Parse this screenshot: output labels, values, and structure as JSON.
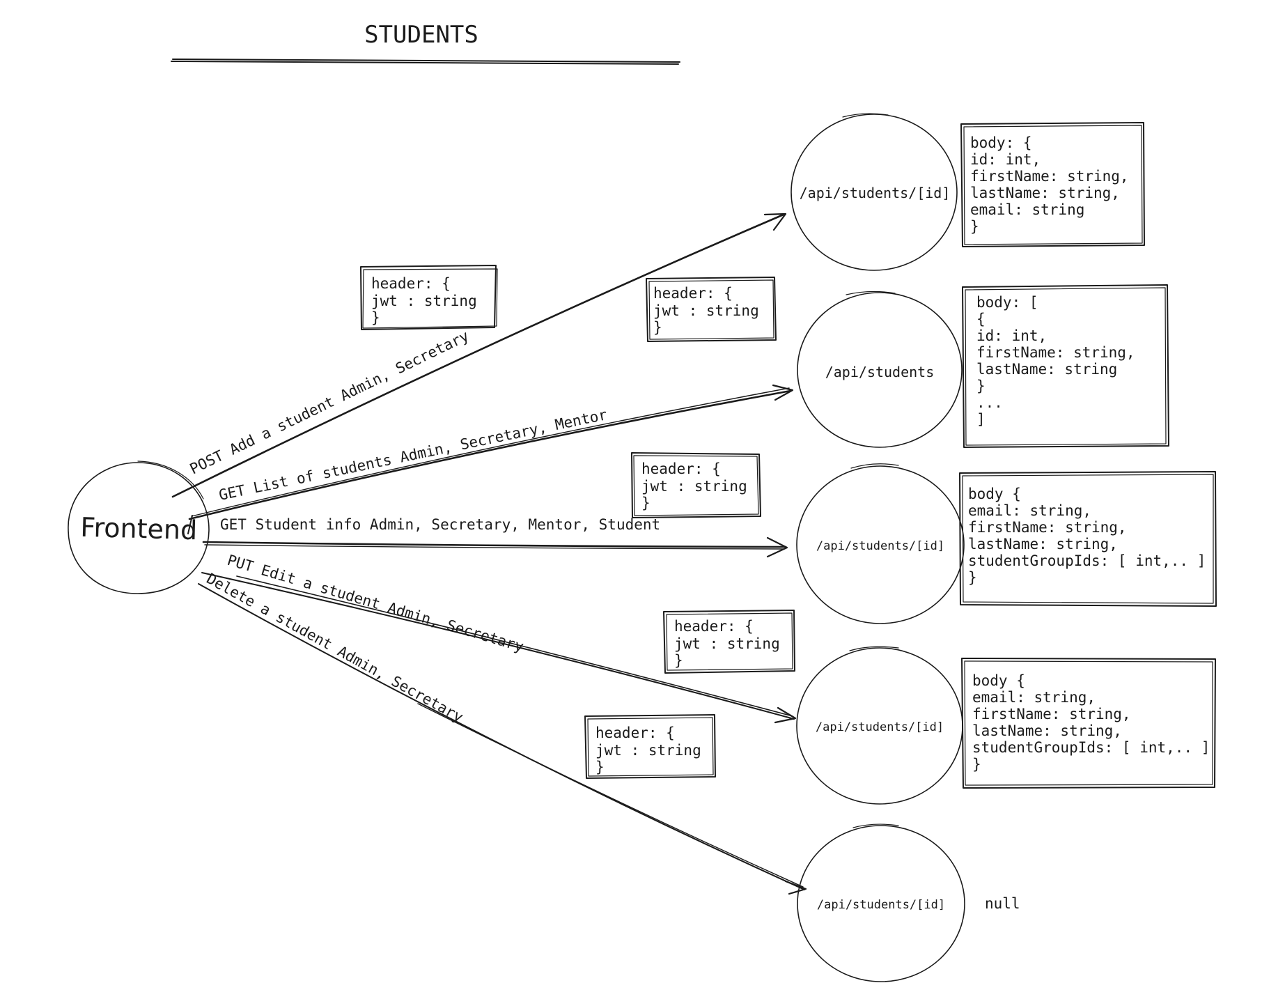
{
  "title": "STUDENTS",
  "frontend_label": "Frontend",
  "edges": [
    "POST Add a student Admin, Secretary",
    "GET List of students Admin, Secretary, Mentor",
    "GET Student info Admin, Secretary, Mentor, Student",
    "PUT Edit a student Admin, Secretary",
    "Delete a student Admin, Secretary"
  ],
  "endpoints": [
    "/api/students/[id]",
    "/api/students",
    "/api/students/[id]",
    "/api/students/[id]",
    "/api/students/[id]"
  ],
  "header_box": {
    "line1": "header: {",
    "line2": "  jwt : string",
    "line3": "}"
  },
  "bodies": [
    [
      "body: {",
      "  id: int,",
      "  firstName: string,",
      "  lastName: string,",
      "  email: string",
      "}"
    ],
    [
      "body: [",
      "  {",
      "    id: int,",
      "    firstName: string,",
      "    lastName: string",
      "  }",
      "   ...",
      "]"
    ],
    [
      "body {",
      "  email: string,",
      "  firstName: string,",
      "  lastName: string,",
      "  studentGroupIds: [ int,.. ]",
      "}"
    ],
    [
      "body {",
      "  email: string,",
      "  firstName: string,",
      "  lastName: string,",
      "  studentGroupIds: [ int,.. ]",
      "}"
    ]
  ],
  "null_label": "null"
}
